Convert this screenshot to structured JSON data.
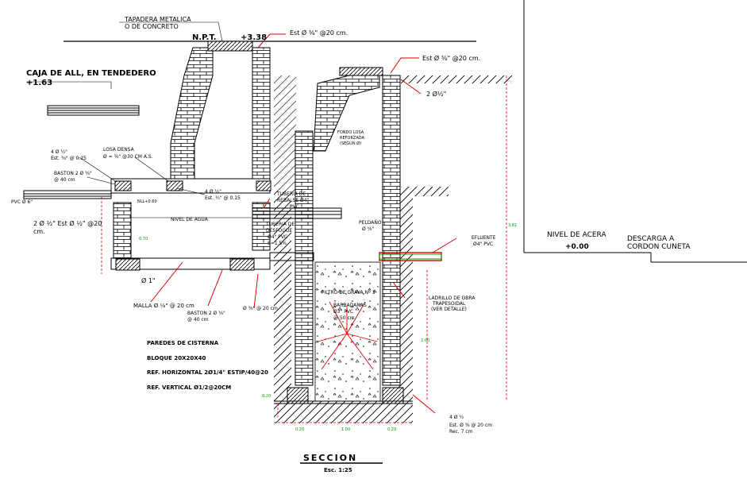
{
  "labels": {
    "tapadera_1": "TAPADERA METALICA",
    "tapadera_2": "O DE CONCRETO",
    "npt": "N.P.T.",
    "npt_level": "+3.38",
    "est_top_left": "Est Ø ⅜\" @20  cm.",
    "est_top_right": "Est Ø ⅜\" @20  cm.",
    "two_bars": "2  Ø½\"",
    "caja_title": "CAJA DE ALL, EN TENDEDERO",
    "caja_level": "+1.63",
    "rebar_4": "4  Ø ½\"",
    "rebar_est": "Est. ⅜\" @ 0.15",
    "losa_densa_1": "LOSA DENSA",
    "losa_densa_2": "Ø = ⅜\"     @30  CM  A.S.",
    "baston_1": "BASTON  2  Ø ⅜\"",
    "baston_1b": "@ 40 cm",
    "pvc_left": "PVC Ø 6\"",
    "rebar_mid_1": "4  Ø  ½\"",
    "rebar_mid_2": "Est.  ¼\"   @ 0.15",
    "tuberia_reb_1": "TUBERIA DE",
    "tuberia_reb_2": "REBALSE Ø4\"",
    "tuberia_reb_3": "PVC",
    "nivel_agua": "NIVEL  DE  AGUA",
    "tuberia_des_1": "TUBERIA DE",
    "tuberia_des_2": "DESFOGUE",
    "tuberia_des_3": "Ø4\" PVC",
    "tuberia_des_4": "S=1.5%",
    "bars_left_1": "2  Ø  ½\"  Est  Ø  ½\"  @20",
    "bars_left_2": "cm.",
    "peldanos_1": "PELDAÑO",
    "peldanos_2": "Ø  ⅝\"",
    "efluente_1": "EFLUENTE",
    "efluente_2": "Ø4\"  PVC",
    "nivel_acera": "NIVEL  DE  ACERA",
    "nivel_acera_val": "+0.00",
    "descarga_1": "DESCARGA  A",
    "descarga_2": "CORDON  CUNETA",
    "ladrillo_1": "LADRILLO DE OBRA",
    "ladrillo_2": "TRAPESOIDAL",
    "ladrillo_3": "(VER DETALLE)",
    "filtro": "FILTRO DE GRAVA Nº 3",
    "barbadanas_1": "BARBADANAS",
    "barbadanas_2": "Ø3\" PVC",
    "barbadanas_3": "@  50  cm.",
    "phi_one": "Ø 1\"",
    "malla": "MALLA  Ø  ⅛\"  @ 20 cm",
    "baston_2": "BASTON  2  Ø ⅜\"",
    "baston_2b": "@ 40 cm",
    "bars_bottom": "Ø  ⅜\"  @ 20 cm",
    "paredes_title": "PAREDES  DE  CISTERNA",
    "paredes_1": "BLOQUE 20X20X40",
    "paredes_2": "REF. HORIZONTAL 2Ø1/4\" ESTIP/40@20",
    "paredes_3": "REF. VERTICAL Ø1/2@20CM",
    "bottom_rebar_1": "4  Ø  ½",
    "bottom_rebar_2": "Est. Ø ⅜  @  20  cm",
    "bottom_rebar_3": "Rec.  7  cm",
    "seccion": "SECCION",
    "escala": "Esc. 1:25",
    "losa_nivel": "NLL+0.60",
    "dim_left": "0.70",
    "dim_right_tall": "3.81",
    "dim_right_low": "2.00",
    "dim_bottom_1": "0.20",
    "dim_bottom_2": "1.00",
    "dim_bottom_3": "0.20",
    "dim_side": "0.20",
    "fondo_1": "FONDO LOSA",
    "fondo_2": "REFORZADA",
    "fondo_3": "(SEGUN Ø)"
  },
  "colors": {
    "line": "#000000",
    "red_callout": "#e00000",
    "green_dim": "#00a000"
  }
}
